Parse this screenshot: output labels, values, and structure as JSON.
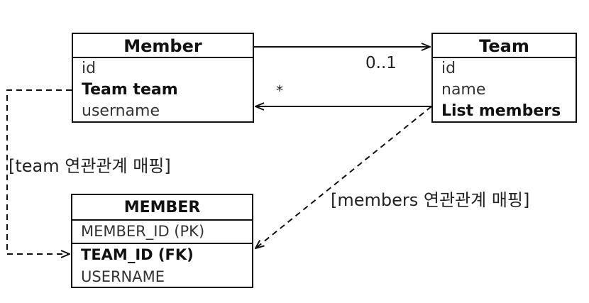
{
  "member_entity": {
    "title": "Member",
    "fields": [
      "id",
      "Team team",
      "username"
    ]
  },
  "team_entity": {
    "title": "Team",
    "fields": [
      "id",
      "name",
      "List members"
    ]
  },
  "member_table": {
    "title": "MEMBER",
    "columns": [
      "MEMBER_ID (PK)",
      "TEAM_ID (FK)",
      "USERNAME"
    ]
  },
  "associations": {
    "member_to_team_multiplicity": "0..1",
    "team_to_member_multiplicity": "*"
  },
  "mapping_labels": {
    "team_mapping": "[team 연관관계 매핑]",
    "members_mapping": "[members 연관관계 매핑]"
  },
  "colors": {
    "line": "#111111",
    "text": "#222222",
    "background": "#ffffff"
  }
}
